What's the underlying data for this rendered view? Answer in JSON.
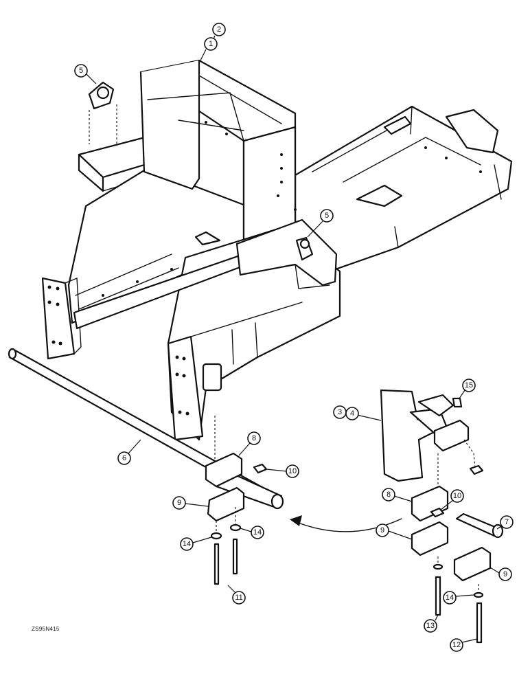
{
  "figure_code": "ZS95N415",
  "callouts": [
    "1",
    "2",
    "3",
    "4",
    "5",
    "6",
    "7",
    "8",
    "9",
    "10",
    "11",
    "12",
    "13",
    "14",
    "15"
  ]
}
